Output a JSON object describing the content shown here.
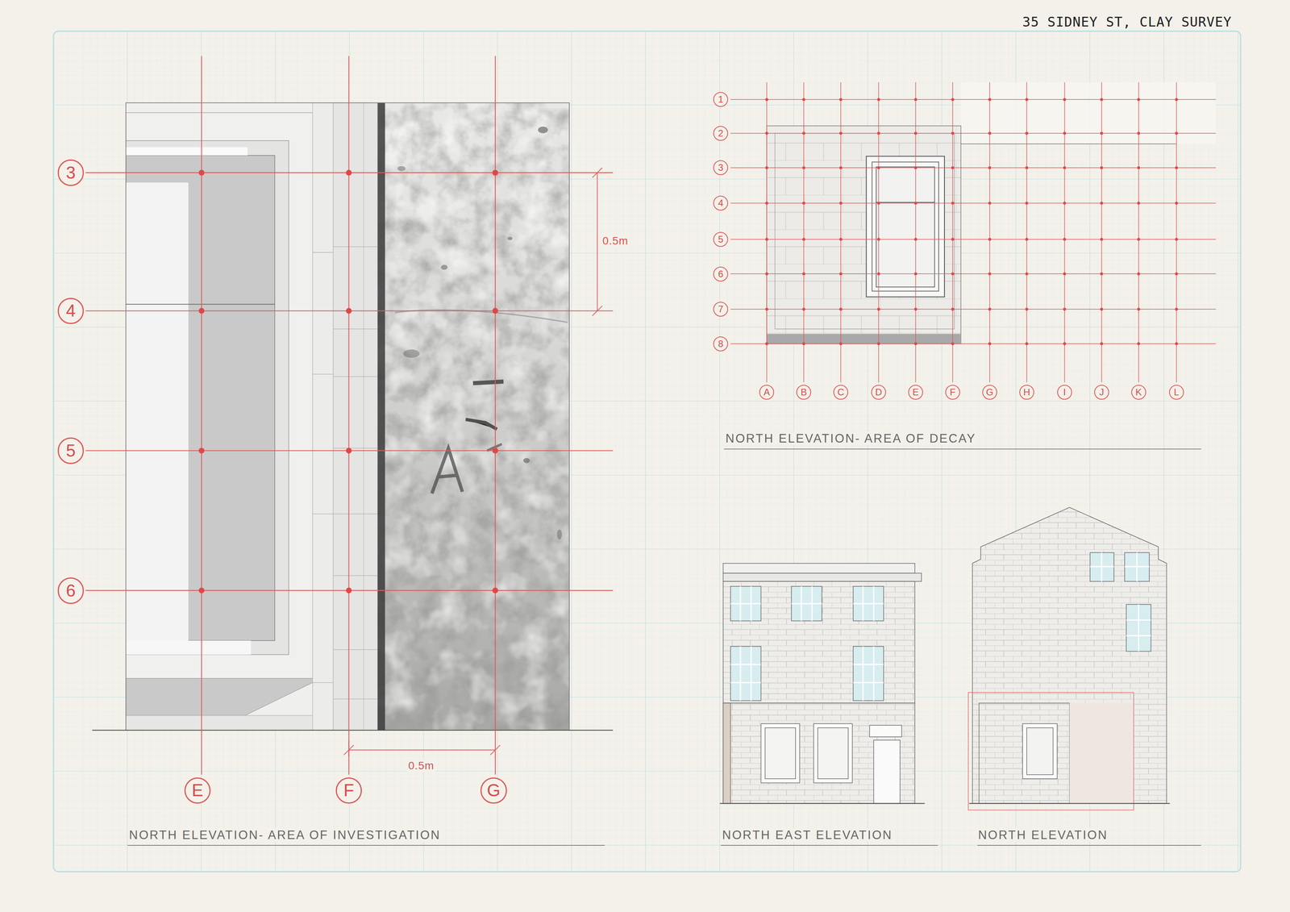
{
  "diagram": {
    "title": "35 SIDNEY ST, CLAY SURVEY",
    "nodes": [
      {
        "text": [
          "3"
        ]
      },
      {
        "text": [
          "4"
        ]
      },
      {
        "text": [
          "5"
        ]
      },
      {
        "text": [
          "6"
        ]
      },
      {
        "text": [
          "E"
        ]
      },
      {
        "text": [
          "F"
        ]
      },
      {
        "text": [
          "G"
        ]
      },
      {
        "text": [
          "1"
        ]
      },
      {
        "text": [
          "2"
        ]
      },
      {
        "text": [
          "3"
        ]
      },
      {
        "text": [
          "4"
        ]
      },
      {
        "text": [
          "5"
        ]
      },
      {
        "text": [
          "6"
        ]
      },
      {
        "text": [
          "7"
        ]
      },
      {
        "text": [
          "8"
        ]
      },
      {
        "text": [
          "A"
        ]
      },
      {
        "text": [
          "B"
        ]
      },
      {
        "text": [
          "C"
        ]
      },
      {
        "text": [
          "D"
        ]
      },
      {
        "text": [
          "E"
        ]
      },
      {
        "text": [
          "F"
        ]
      },
      {
        "text": [
          "G"
        ]
      },
      {
        "text": [
          "H"
        ]
      },
      {
        "text": [
          "I"
        ]
      },
      {
        "text": [
          "J"
        ]
      },
      {
        "text": [
          "K"
        ]
      },
      {
        "text": [
          "L"
        ]
      }
    ],
    "labels": [
      "0.5m",
      "NORTH ELEVATION- AREA OF DECAY",
      "0.5m",
      "NORTH ELEVATION- AREA OF INVESTIGATION",
      "NORTH EAST ELEVATION",
      "NORTH ELEVATION"
    ]
  }
}
